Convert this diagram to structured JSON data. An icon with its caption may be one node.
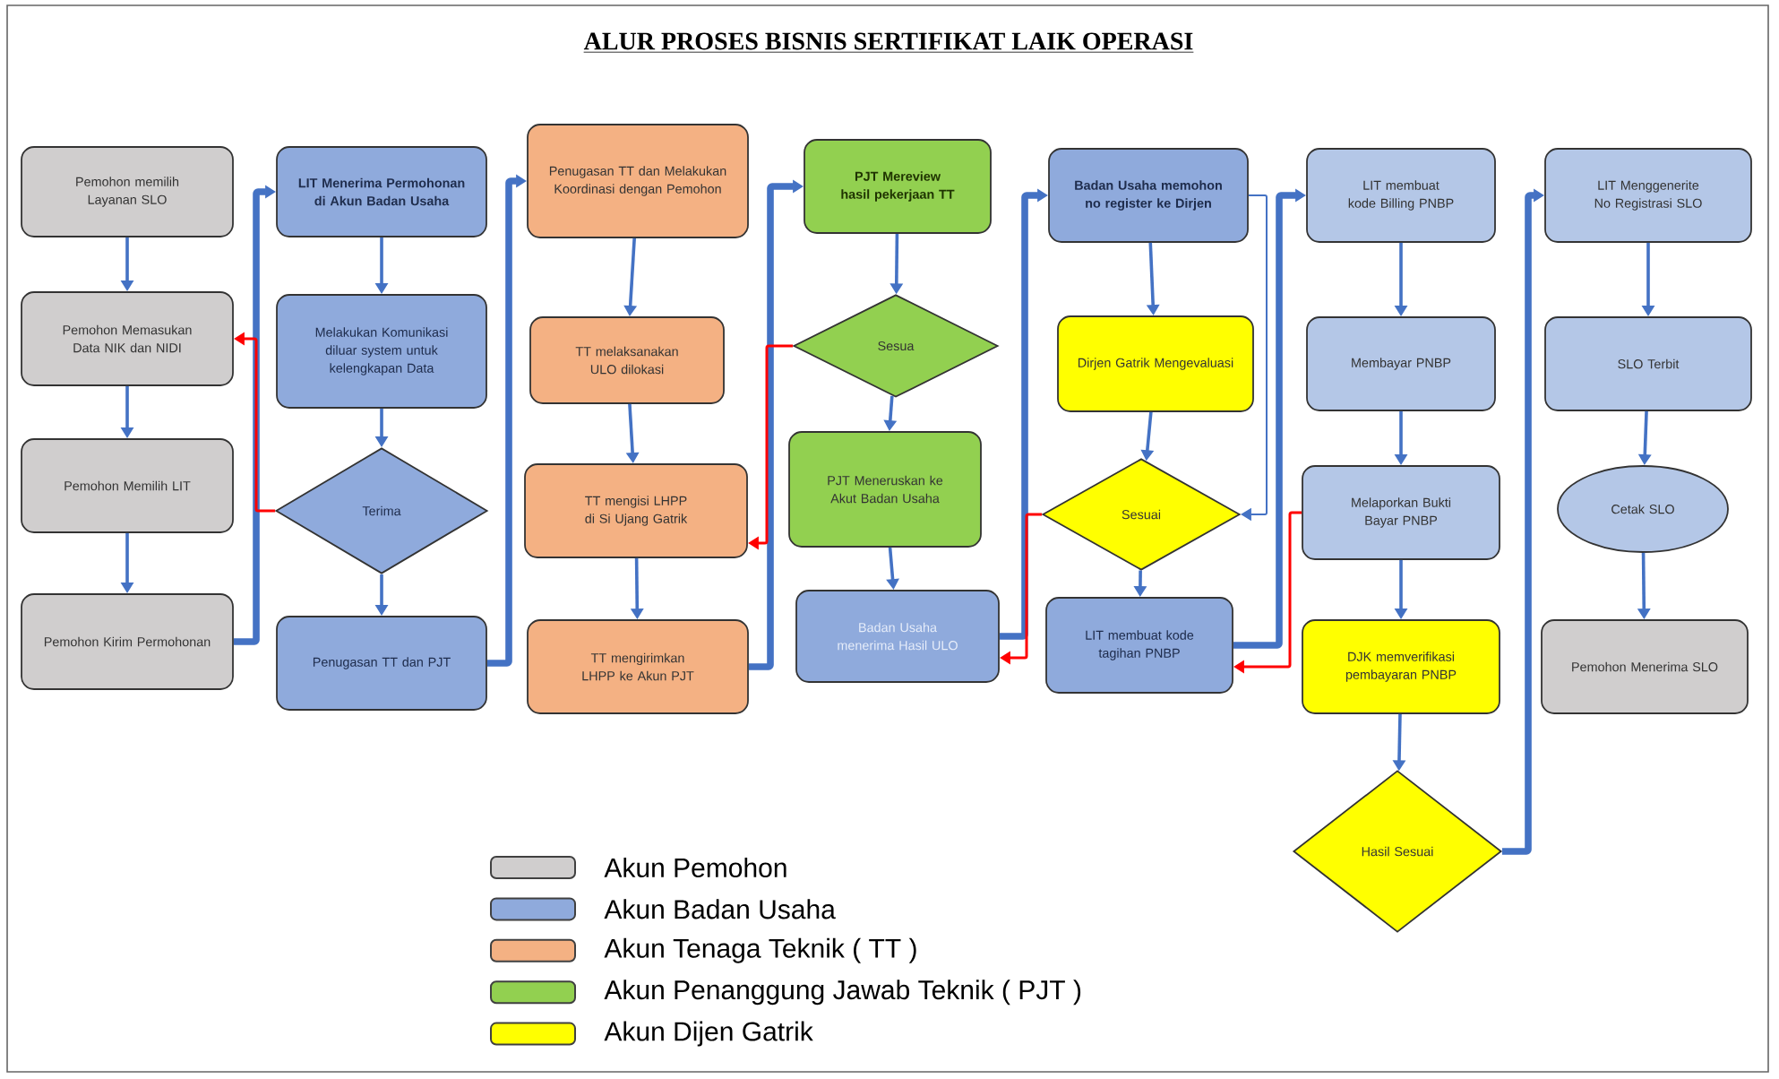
{
  "diagram": {
    "title": "ALUR PROSES BISNIS SERTIFIKAT LAIK OPERASI",
    "nodes": [
      {
        "text": [
          "Pemohon memilih Layanan SLO"
        ]
      },
      {
        "text": [
          "Pemohon Memasukan Data NIK dan NIDI"
        ]
      },
      {
        "text": [
          "Pemohon Memilih LIT"
        ]
      },
      {
        "text": [
          "Pemohon Kirim Permohonan"
        ]
      },
      {
        "text": [
          "LIT Menerima Permohonan di Akun Badan Usaha"
        ]
      },
      {
        "text": [
          "Melakukan Komunikasi diluar system untuk kelengkapan Data"
        ]
      },
      {
        "text": [
          "Terima"
        ]
      },
      {
        "text": [
          "Penugasan TT dan PJT"
        ]
      },
      {
        "text": [
          "Penugasan TT dan Melakukan Koordinasi dengan Pemohon"
        ]
      },
      {
        "text": [
          "TT melaksanakan ULO dilokasi"
        ]
      },
      {
        "text": [
          "TT mengisi LHPP di Si Ujang Gatrik"
        ]
      },
      {
        "text": [
          "TT mengirimkan LHPP ke Akun PJT"
        ]
      },
      {
        "text": [
          "PJT Mereview hasil pekerjaan TT"
        ]
      },
      {
        "text": [
          "Sesua"
        ]
      },
      {
        "text": [
          "PJT Meneruskan ke Akut Badan Usaha"
        ]
      },
      {
        "text": [
          "Badan Usaha menerima Hasil ULO"
        ]
      },
      {
        "text": [
          "Badan Usaha memohon no register ke Dirjen"
        ]
      },
      {
        "text": [
          "Dirjen Gatrik Mengevaluasi"
        ]
      },
      {
        "text": [
          "Sesuai"
        ]
      },
      {
        "text": [
          "LIT membuat kode tagihan PNBP"
        ]
      },
      {
        "text": [
          "LIT membuat kode Billing PNBP"
        ]
      },
      {
        "text": [
          "Membayar PNBP"
        ]
      },
      {
        "text": [
          "Melaporkan Bukti Bayar PNBP"
        ]
      },
      {
        "text": [
          "DJK memverifikasi pembayaran PNBP"
        ]
      },
      {
        "text": [
          "Hasil Sesuai"
        ]
      },
      {
        "text": [
          "LIT Menggenerite No Registrasi SLO"
        ]
      },
      {
        "text": [
          "SLO Terbit"
        ]
      },
      {
        "text": [
          "Cetak SLO"
        ]
      },
      {
        "text": [
          "Pemohon Menerima SLO"
        ]
      }
    ],
    "edges": [
      {
        "from": 0,
        "to": 1,
        "arrow": "to"
      },
      {
        "from": 1,
        "to": 2,
        "arrow": "to"
      },
      {
        "from": 2,
        "to": 3,
        "arrow": "to"
      },
      {
        "from": 3,
        "to": 4,
        "arrow": "to",
        "style": "thick"
      },
      {
        "from": 4,
        "to": 5,
        "arrow": "to"
      },
      {
        "from": 5,
        "to": 6,
        "arrow": "to"
      },
      {
        "from": 6,
        "to": 7,
        "arrow": "to"
      },
      {
        "from": 6,
        "to": 1,
        "arrow": "to",
        "color": "#ff0000"
      },
      {
        "from": 7,
        "to": 8,
        "arrow": "to",
        "style": "thick"
      },
      {
        "from": 8,
        "to": 9,
        "arrow": "to"
      },
      {
        "from": 9,
        "to": 10,
        "arrow": "to"
      },
      {
        "from": 10,
        "to": 11,
        "arrow": "to"
      },
      {
        "from": 11,
        "to": 12,
        "arrow": "to",
        "style": "thick"
      },
      {
        "from": 12,
        "to": 13,
        "arrow": "to"
      },
      {
        "from": 13,
        "to": 14,
        "arrow": "to"
      },
      {
        "from": 13,
        "to": 10,
        "arrow": "to",
        "color": "#ff0000"
      },
      {
        "from": 14,
        "to": 15,
        "arrow": "to"
      },
      {
        "from": 15,
        "to": 16,
        "arrow": "to",
        "style": "thick"
      },
      {
        "from": 16,
        "to": 17,
        "arrow": "to"
      },
      {
        "from": 16,
        "to": 18,
        "arrow": "to"
      },
      {
        "from": 17,
        "to": 18,
        "arrow": "to"
      },
      {
        "from": 18,
        "to": 19,
        "arrow": "to"
      },
      {
        "from": 18,
        "to": 15,
        "arrow": "to",
        "color": "#ff0000"
      },
      {
        "from": 19,
        "to": 20,
        "arrow": "to",
        "style": "thick"
      },
      {
        "from": 20,
        "to": 21,
        "arrow": "to"
      },
      {
        "from": 21,
        "to": 22,
        "arrow": "to"
      },
      {
        "from": 22,
        "to": 23,
        "arrow": "to"
      },
      {
        "from": 22,
        "to": 19,
        "arrow": "to",
        "color": "#ff0000"
      },
      {
        "from": 23,
        "to": 24,
        "arrow": "to"
      },
      {
        "from": 24,
        "to": 25,
        "arrow": "to",
        "style": "thick"
      },
      {
        "from": 25,
        "to": 26,
        "arrow": "to"
      },
      {
        "from": 26,
        "to": 27,
        "arrow": "to"
      },
      {
        "from": 27,
        "to": 28,
        "arrow": "to"
      }
    ],
    "legend": [
      {
        "text": "Akun Pemohon",
        "color": "#d0cece"
      },
      {
        "text": "Akun Badan Usaha",
        "color": "#8faadc"
      },
      {
        "text": "Akun Tenaga Teknik ( TT )",
        "color": "#f4b183"
      },
      {
        "text": "Akun Penanggung Jawab Teknik ( PJT )",
        "color": "#92d050"
      },
      {
        "text": "Akun Dijen Gatrik",
        "color": "#ffff00"
      }
    ]
  }
}
